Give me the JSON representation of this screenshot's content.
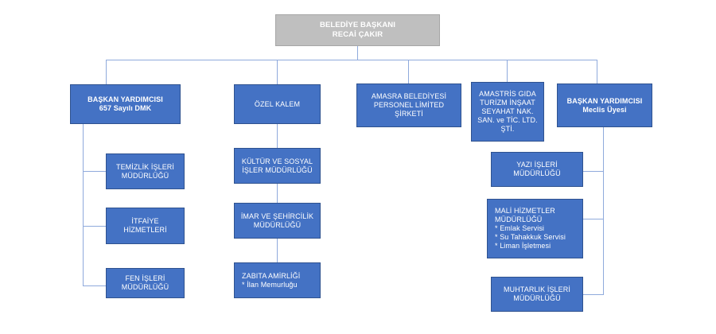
{
  "document": {
    "type": "organization-chart",
    "language": "tr",
    "title": "Amasra Belediyesi Teskilat Semasi"
  },
  "colors": {
    "root_fill": "#BFBFBF",
    "root_border": "#A6A6A6",
    "node_fill": "#4472C4",
    "node_border": "#2F528F",
    "connector": "#8FAADC",
    "text": "#FFFFFF",
    "background": "#FFFFFF"
  },
  "nodes": {
    "root": {
      "line1": "BELEDİYE BAŞKANI",
      "line2": "RECAİ ÇAKIR"
    },
    "level1": [
      {
        "id": "baskan-yardimcisi-dmk",
        "line1": "BAŞKAN YARDIMCISI",
        "line2": "657 Sayılı DMK"
      },
      {
        "id": "ozel-kalem",
        "line1": "ÖZEL KALEM",
        "line2": ""
      },
      {
        "id": "amasra-belediyesi-personel-ltd",
        "line1": "AMASRA BELEDİYESİ",
        "line2": "PERSONEL LİMİTED",
        "line3": "ŞİRKETİ"
      },
      {
        "id": "amastris-gida",
        "line1": "AMASTRİS GIDA",
        "line2": "TURİZM İNŞAAT",
        "line3": "SEYAHAT NAK.",
        "line4": "SAN. ve TİC. LTD.",
        "line5": "ŞTİ."
      },
      {
        "id": "baskan-yardimcisi-meclis",
        "line1": "BAŞKAN YARDIMCISI",
        "line2": "Meclis Üyesi"
      }
    ],
    "column_left": [
      {
        "id": "temizlik-isleri",
        "line1": "TEMİZLİK İŞLERİ",
        "line2": "MÜDÜRLÜĞÜ"
      },
      {
        "id": "itfaiye-hizmetleri",
        "line1": "İTFAİYE",
        "line2": "HİZMETLERİ"
      },
      {
        "id": "fen-isleri",
        "line1": "FEN İŞLERİ",
        "line2": "MÜDÜRLÜĞÜ"
      }
    ],
    "column_middle": [
      {
        "id": "kultur-sosyal-isler",
        "line1": "KÜLTÜR VE SOSYAL",
        "line2": "İŞLER MÜDÜRLÜĞÜ"
      },
      {
        "id": "imar-sehircilik",
        "line1": "İMAR VE ŞEHİRCİLİK",
        "line2": "MÜDÜRLÜĞÜ"
      },
      {
        "id": "zabita-amirligi",
        "line1": "ZABITA AMİRLİĞİ",
        "line2": "* İlan Memurluğu"
      }
    ],
    "column_right": [
      {
        "id": "yazi-isleri",
        "line1": "YAZI İŞLERİ",
        "line2": "MÜDÜRLÜĞÜ"
      },
      {
        "id": "mali-hizmetler",
        "line1": "MALİ HİZMETLER",
        "line2": "MÜDÜRLÜĞÜ",
        "line3": "* Emlak Servisi",
        "line4": "* Su Tahakkuk Servisi",
        "line5": "* Liman İşletmesi"
      },
      {
        "id": "muhtarlik-isleri",
        "line1": "MUHTARLIK İŞLERİ",
        "line2": "MÜDÜRLÜĞÜ"
      }
    ]
  }
}
